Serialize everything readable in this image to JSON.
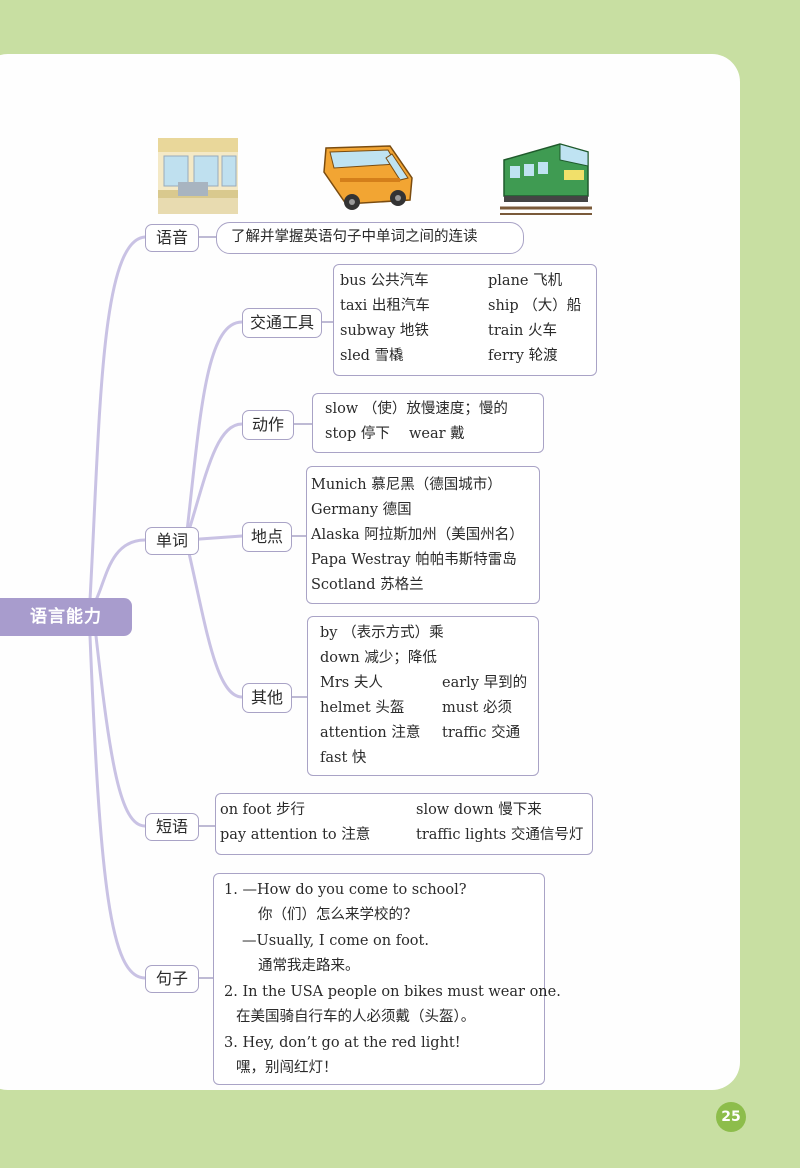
{
  "colors": {
    "background": "#c8dfa2",
    "root_fill": "#a89ccd",
    "branch": "#c9c2e4",
    "box_border": "#a9a3c6",
    "page_badge": "#8dbd4b"
  },
  "illustrations": [
    "train-interior-illustration",
    "bus-illustration",
    "train-illustration"
  ],
  "root": {
    "label": "语言能力"
  },
  "phonetics": {
    "label": "语音",
    "text": "了解并掌握英语句子中单词之间的连读"
  },
  "words": {
    "label": "单词",
    "transport": {
      "label": "交通工具",
      "items": [
        "bus 公共汽车",
        "plane 飞机",
        "taxi 出租汽车",
        "ship （大）船",
        "subway 地铁",
        "train 火车",
        "sled 雪橇",
        "ferry 轮渡"
      ]
    },
    "actions": {
      "label": "动作",
      "items": [
        "slow （使）放慢速度；慢的",
        "stop 停下",
        "wear 戴"
      ]
    },
    "places": {
      "label": "地点",
      "items": [
        "Munich 慕尼黑（德国城市）",
        "Germany 德国",
        "Alaska 阿拉斯加州（美国州名）",
        "Papa Westray 帕帕韦斯特雷岛",
        "Scotland 苏格兰"
      ]
    },
    "others": {
      "label": "其他",
      "items": [
        "by （表示方式）乘",
        "down 减少；降低",
        "Mrs 夫人",
        "early 早到的",
        "helmet 头盔",
        "must 必须",
        "attention 注意",
        "traffic 交通",
        "fast 快"
      ]
    }
  },
  "phrases": {
    "label": "短语",
    "items": [
      "on foot 步行",
      "slow down 慢下来",
      "pay attention to 注意",
      "traffic lights 交通信号灯"
    ]
  },
  "sentences": {
    "label": "句子",
    "lines": [
      "1. —How do you come to school?",
      "你（们）怎么来学校的？",
      "—Usually, I come on foot.",
      "通常我走路来。",
      "2. In the USA people on bikes must wear one.",
      "在美国骑自行车的人必须戴（头盔）。",
      "3. Hey, don’t go at the red light!",
      "嘿，别闯红灯！"
    ]
  },
  "page_number": "25"
}
